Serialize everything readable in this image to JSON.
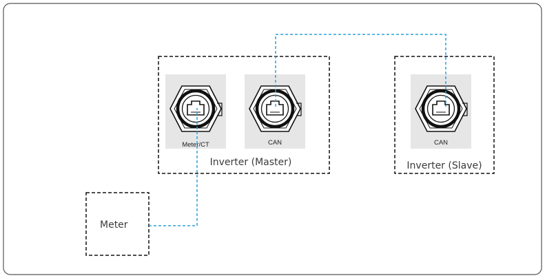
{
  "colors": {
    "frame": "#555555",
    "box_border": "#111111",
    "port_bg": "#e6e6e6",
    "cable": "#2a9fd8",
    "text": "#3a3a3a"
  },
  "inverter_master": {
    "label": "Inverter (Master)",
    "ports": [
      {
        "label": "Meter/CT",
        "icon": "rj45-port-icon"
      },
      {
        "label": "CAN",
        "icon": "rj45-port-icon"
      }
    ]
  },
  "inverter_slave": {
    "label": "Inverter (Slave)",
    "ports": [
      {
        "label": "CAN",
        "icon": "rj45-port-icon"
      }
    ]
  },
  "meter": {
    "label": "Meter"
  }
}
